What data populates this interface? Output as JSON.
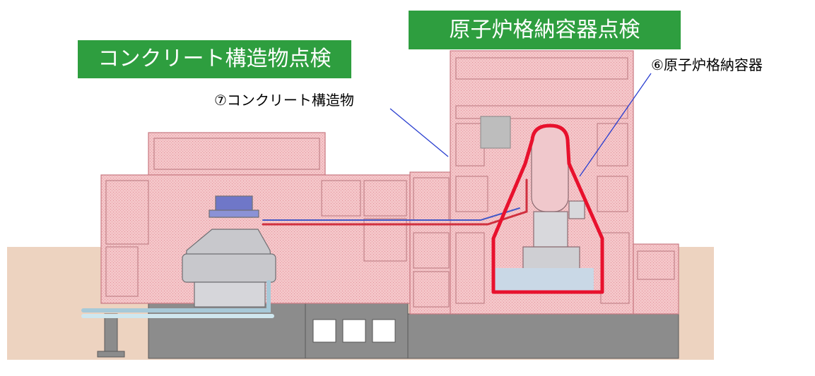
{
  "banners": {
    "concrete_inspection": "コンクリート構造物点検",
    "pcv_inspection": "原子炉格納容器点検"
  },
  "callouts": {
    "concrete_structure": "⑦コンクリート構造物",
    "pcv": "⑥原子炉格納容器"
  },
  "colors": {
    "banner_green": "#2e9e3f",
    "ground": "#edd3c0",
    "structure_pink": "#f3c2c6",
    "foundation_gray": "#8c8c8c",
    "pcv_outline": "#e8112d",
    "leader_line": "#2a3fd0",
    "equipment_gray": "#c8c8cc",
    "generator_blue": "#6f77c8"
  }
}
